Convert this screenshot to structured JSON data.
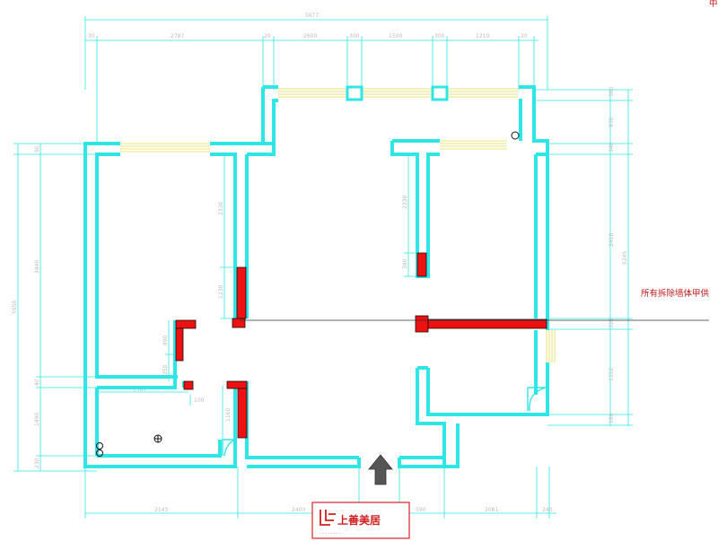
{
  "plan": {
    "dimensions": {
      "top_overall": "5677",
      "top_segments": [
        "30",
        "2787",
        "20",
        "2600",
        "300",
        "1500",
        "300",
        "1210",
        "20"
      ],
      "left": [
        "90",
        "3440",
        "40",
        "1490",
        "230"
      ],
      "left_overall": "5950",
      "right": [
        "300",
        "930",
        "340",
        "2410",
        "320",
        "1352",
        "160"
      ],
      "right_overall": "5245",
      "bottom": [
        "2143",
        "2400",
        "590",
        "2081",
        "240"
      ],
      "interior": [
        "2330",
        "1230",
        "2330",
        "380",
        "890",
        "250",
        "1580",
        "1160",
        "100"
      ]
    },
    "demolition_note": "所有拆除墙体甲供",
    "corner_mark": "中"
  },
  "logo": {
    "text": "上善美居",
    "subtext": "· · · · · · · ·"
  }
}
